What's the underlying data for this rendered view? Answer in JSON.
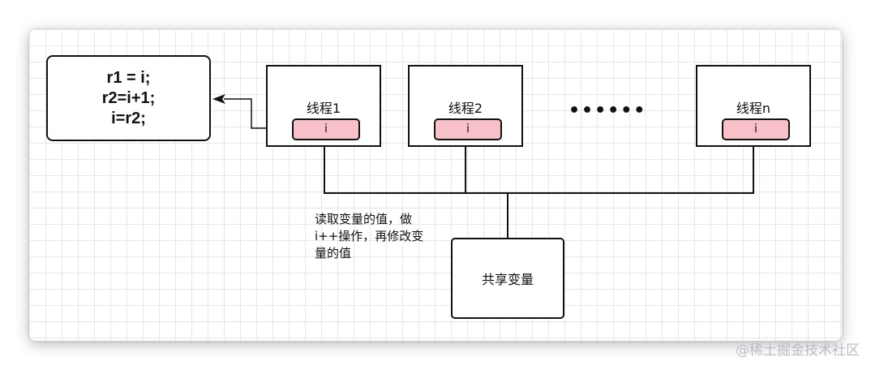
{
  "code_box": {
    "lines": [
      "r1 = i;",
      "r2=i+1;",
      "i=r2;"
    ]
  },
  "threads": [
    {
      "label": "线程1",
      "var": "i"
    },
    {
      "label": "线程2",
      "var": "i"
    },
    {
      "label": "线程n",
      "var": "i"
    }
  ],
  "ellipsis": "••••••",
  "annotation": {
    "lines": [
      "读取变量的值，做",
      "i++操作，再修改变",
      "量的值"
    ]
  },
  "shared_box": {
    "label": "共享变量"
  },
  "watermark": "@稀土掘金技术社区",
  "colors": {
    "var_fill": "#f8c1c9",
    "stroke": "#111111",
    "grid": "#e7e7e7"
  }
}
